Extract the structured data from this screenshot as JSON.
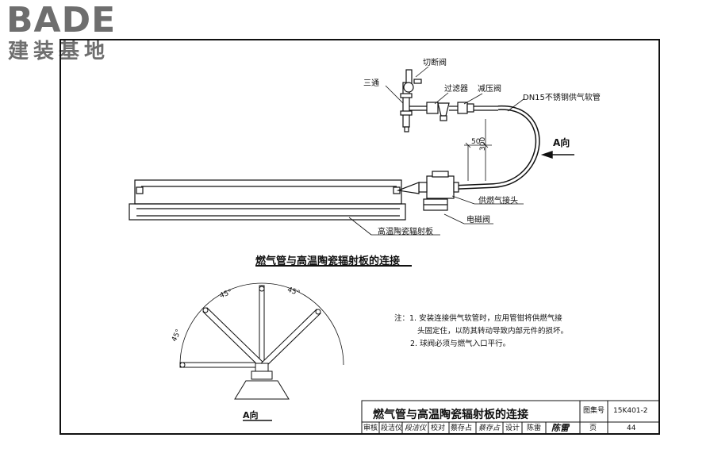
{
  "logo": {
    "brand": "BADE",
    "subtitle": "建装基地"
  },
  "labels": {
    "cutoff_valve": "切断阀",
    "tee": "三通",
    "filter": "过滤器",
    "pressure_valve": "减压阀",
    "hose": "DN15不锈钢供气软管",
    "direction": "A向",
    "dim_50": "50",
    "dim_300": "300",
    "gas_connector": "供燃气接头",
    "solenoid_valve": "电磁阀",
    "panel": "高温陶瓷辐射板"
  },
  "main_title": "燃气管与高温陶瓷辐射板的连接",
  "view_title": "A向",
  "angles": [
    "45°",
    "45°",
    "45°"
  ],
  "notes": {
    "head": "注：",
    "lines": [
      "1. 安装连接供气软管时，应用管钳将供燃气接",
      "   头固定住，以防其转动导致内部元件的损坏。",
      "2. 球阀必须与燃气入口平行。"
    ]
  },
  "title_block": {
    "title": "燃气管与高温陶瓷辐射板的连接",
    "atlas_label": "图集号",
    "atlas_no": "15K401-2",
    "review_label": "审核",
    "reviewer": "段洁仪",
    "reviewer_sign": "段洁仪",
    "check_label": "校对",
    "checker": "蔡存占",
    "checker_sign": "蔡存占",
    "design_label": "设计",
    "designer": "陈雷",
    "designer_sign": "陈雷",
    "page_label": "页",
    "page_no": "44"
  }
}
